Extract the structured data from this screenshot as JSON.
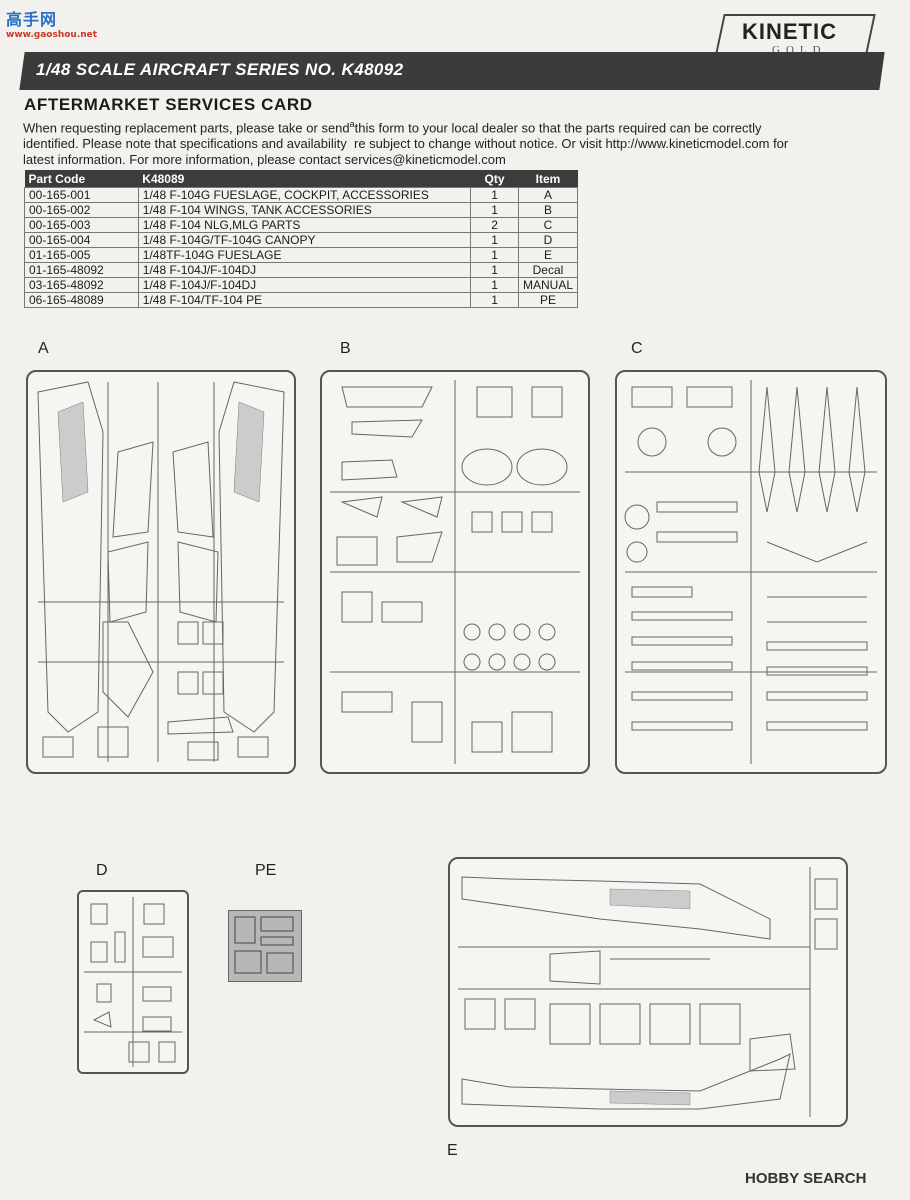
{
  "watermark": {
    "site_chars": "高手网",
    "site_url": "www.gaoshou.net"
  },
  "header": {
    "series": "1/48 SCALE  AIRCRAFT  SERIES NO. K48092",
    "brand": "KINETIC",
    "brand_sub": "GOLD"
  },
  "card": {
    "title": "AFTERMARKET SERVICES CARD",
    "intro": [
      "When requesting replacement parts, please take or send",
      "a",
      "this form to your local dealer so that the parts required can be correctly",
      "identified. Please note that specifications and availability",
      "re subject to change without notice. Or visit http://www.kineticmodel.com for",
      "latest information. For more information, please contact services@kineticmodel.com"
    ]
  },
  "table": {
    "headers": [
      "Part Code",
      "K48089",
      "Qty",
      "Item"
    ],
    "rows": [
      [
        "00-165-001",
        "1/48 F-104G FUESLAGE, COCKPIT, ACCESSORIES",
        "1",
        "A"
      ],
      [
        "00-165-002",
        "1/48 F-104 WINGS, TANK ACCESSORIES",
        "1",
        "B"
      ],
      [
        "00-165-003",
        "1/48 F-104 NLG,MLG PARTS",
        "2",
        "C"
      ],
      [
        "00-165-004",
        "1/48 F-104G/TF-104G CANOPY",
        "1",
        "D"
      ],
      [
        "01-165-005",
        "1/48TF-104G FUESLAGE",
        "1",
        "E"
      ],
      [
        "01-165-48092",
        "1/48 F-104J/F-104DJ",
        "1",
        "Decal"
      ],
      [
        "03-165-48092",
        "1/48 F-104J/F-104DJ",
        "1",
        "MANUAL"
      ],
      [
        "06-165-48089",
        "1/48 F-104/TF-104 PE",
        "1",
        "PE"
      ]
    ]
  },
  "sprues": {
    "A": "A",
    "B": "B",
    "C": "C",
    "D": "D",
    "PE": "PE",
    "E": "E"
  },
  "footer": {
    "watermark": "HOBBY SEARCH"
  }
}
